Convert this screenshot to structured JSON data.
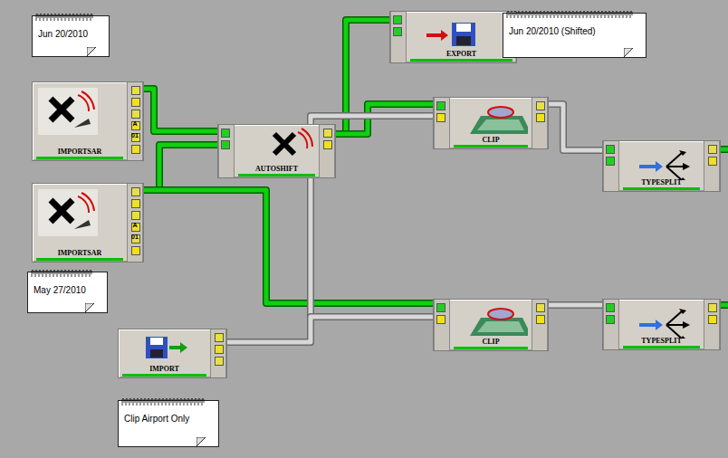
{
  "diagram": {
    "nodes": [
      {
        "text": [
          "Jun 20/2010"
        ]
      },
      {
        "text": [
          "IMPORTSAR"
        ]
      },
      {
        "text": [
          "IMPORTSAR"
        ]
      },
      {
        "text": [
          "May 27/2010"
        ]
      },
      {
        "text": [
          "IMPORT"
        ]
      },
      {
        "text": [
          "Clip Airport Only"
        ]
      },
      {
        "text": [
          "AUTOSHIFT"
        ]
      },
      {
        "text": [
          "EXPORT"
        ]
      },
      {
        "text": [
          "Jun 20/2010 (Shifted)"
        ]
      },
      {
        "text": [
          "CLIP"
        ]
      },
      {
        "text": [
          "CLIP"
        ]
      },
      {
        "text": [
          "TYPESPLIT"
        ]
      },
      {
        "text": [
          "TYPESPLIT"
        ]
      }
    ],
    "edges": [
      {
        "from": 1,
        "to": 6,
        "arrow": "none"
      },
      {
        "from": 2,
        "to": 6,
        "arrow": "none"
      },
      {
        "from": 2,
        "to": 10,
        "arrow": "none"
      },
      {
        "from": 6,
        "to": 7,
        "arrow": "none"
      },
      {
        "from": 6,
        "to": 9,
        "arrow": "none"
      },
      {
        "from": 4,
        "to": 9,
        "arrow": "none"
      },
      {
        "from": 4,
        "to": 10,
        "arrow": "none"
      },
      {
        "from": 9,
        "to": 11,
        "arrow": "none"
      },
      {
        "from": 10,
        "to": 12,
        "arrow": "none"
      }
    ],
    "labels": [
      "A",
      "01",
      "A",
      "01"
    ]
  }
}
